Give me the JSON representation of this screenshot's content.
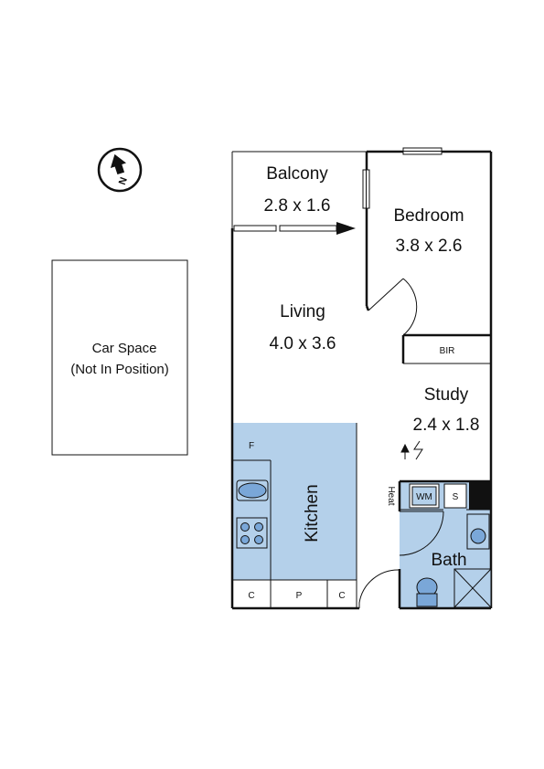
{
  "compass": {
    "letter": "N",
    "icon": "north-arrow-icon"
  },
  "car_space": {
    "line1": "Car Space",
    "line2": "(Not In Position)"
  },
  "rooms": {
    "balcony": {
      "name": "Balcony",
      "size": "2.8 x 1.6"
    },
    "bedroom": {
      "name": "Bedroom",
      "size": "3.8 x 2.6"
    },
    "living": {
      "name": "Living",
      "size": "4.0 x 3.6"
    },
    "study": {
      "name": "Study",
      "size": "2.4 x 1.8"
    },
    "kitchen": {
      "name": "Kitchen"
    },
    "bath": {
      "name": "Bath"
    }
  },
  "fixtures": {
    "bir": "BIR",
    "fridge": "F",
    "washing_machine": "WM",
    "sink": "S",
    "heat": "Heat",
    "cupboard_left": "C",
    "pantry": "P",
    "cupboard_right": "C"
  },
  "colors": {
    "wet_area": "#b4d0ea",
    "fixture_fill": "#7aa7d8",
    "wall": "#111111"
  }
}
